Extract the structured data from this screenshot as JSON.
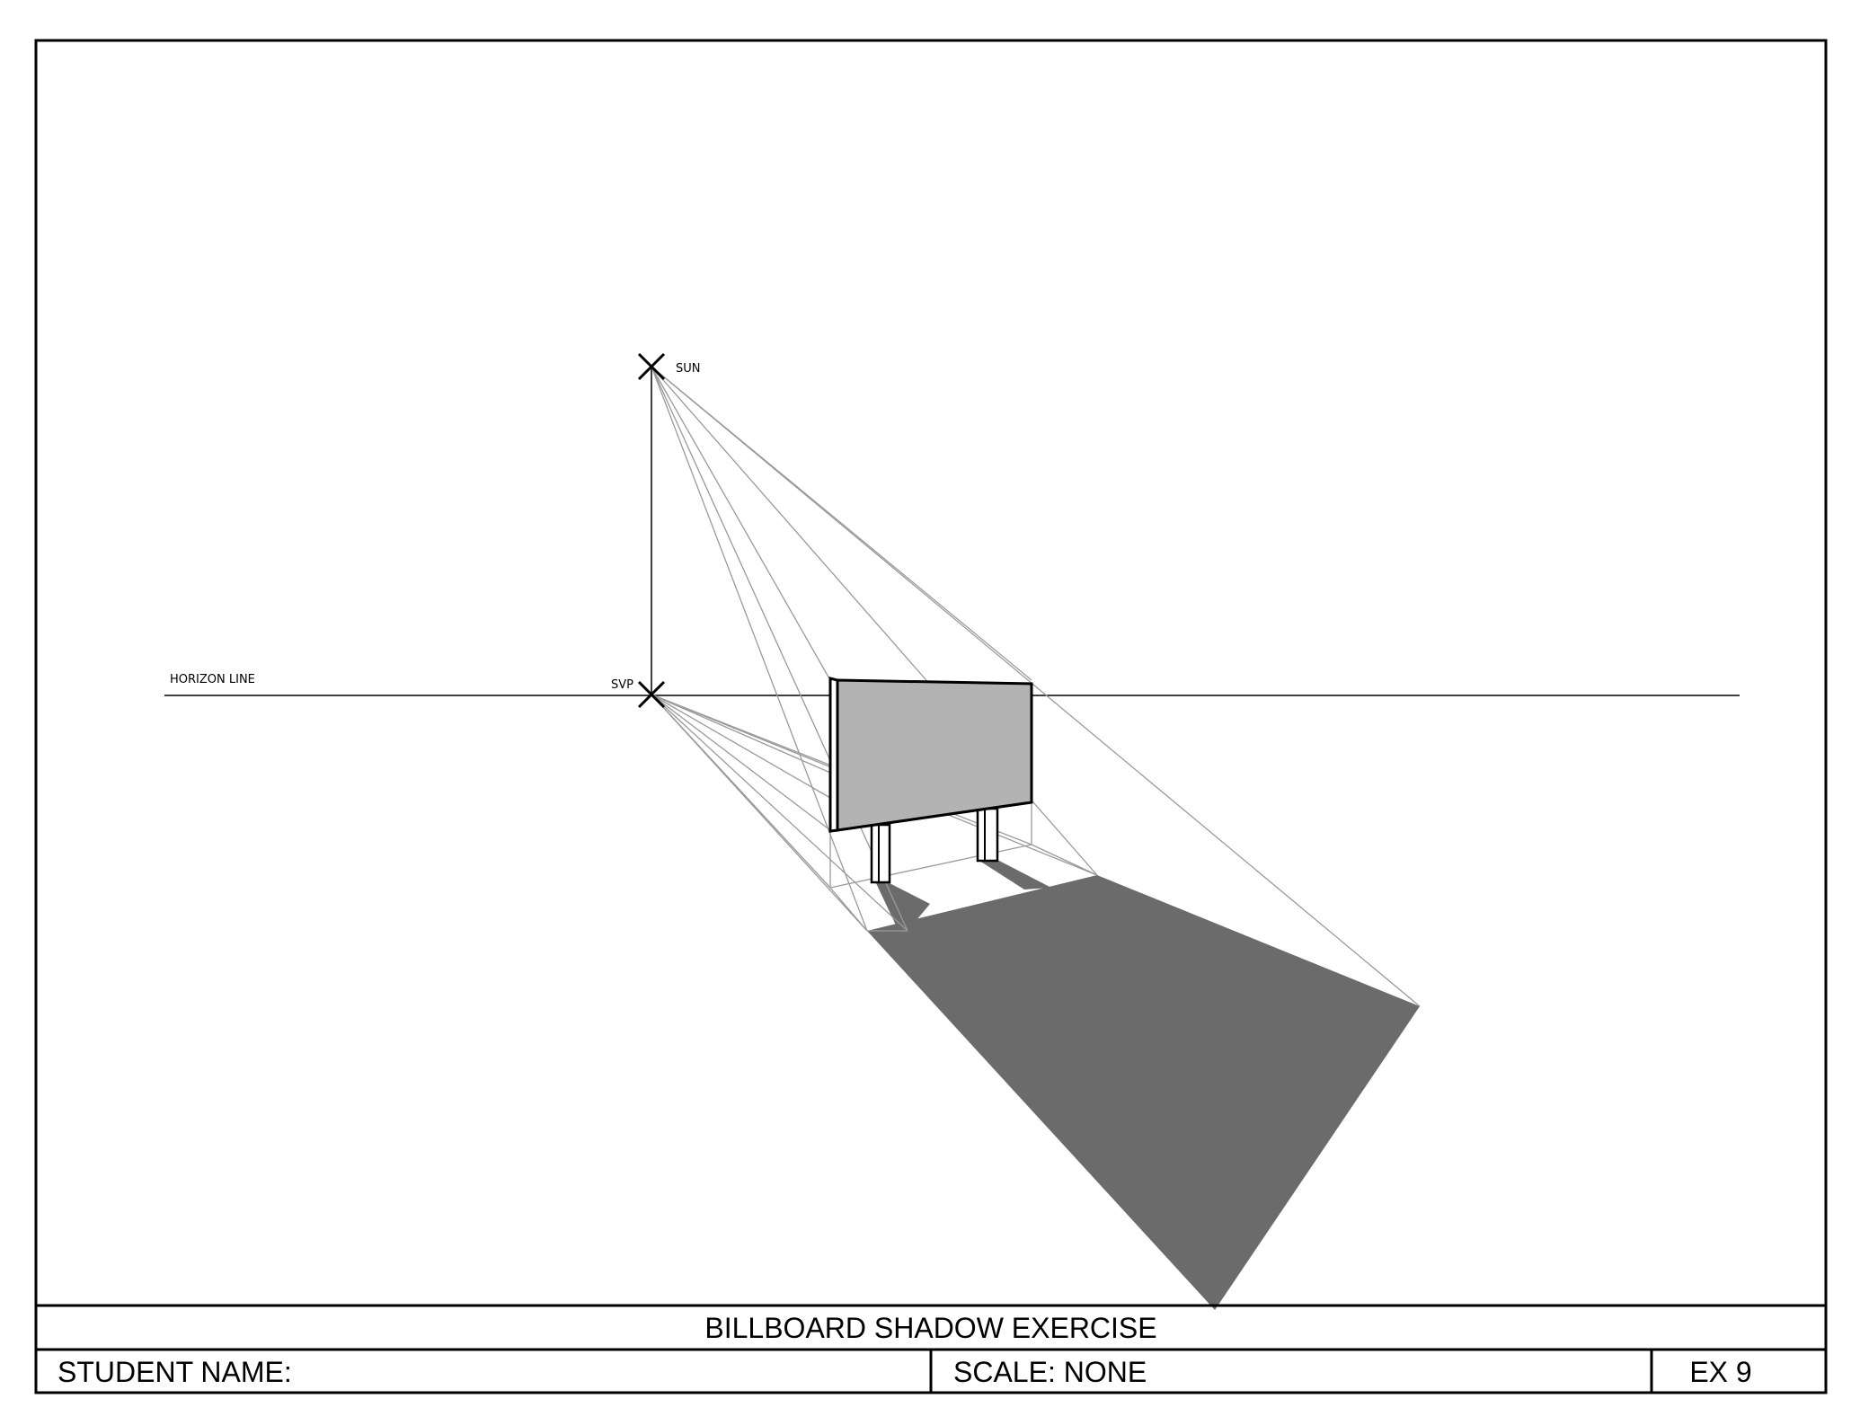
{
  "labels": {
    "sun": "SUN",
    "svp": "SVP",
    "horizon": "HORIZON LINE"
  },
  "title_block": {
    "title": "BILLBOARD SHADOW EXERCISE",
    "student_name": "STUDENT NAME:",
    "scale": "SCALE: NONE",
    "exercise": "EX 9"
  },
  "colors": {
    "shadow": "#6b6b6b",
    "billboard_face": "#b3b3b3",
    "construction_lines": "#9a9a9a",
    "ink": "#000000"
  }
}
